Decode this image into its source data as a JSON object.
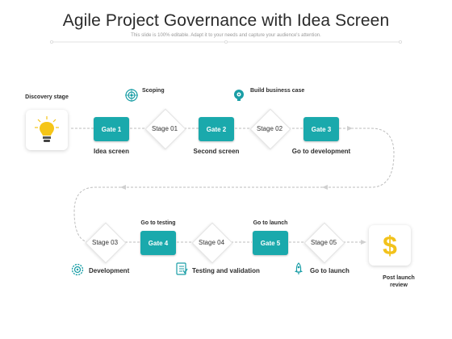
{
  "title": "Agile Project Governance with Idea Screen",
  "subtitle": "This slide is 100% editable. Adapt it to your needs and capture your audience's attention.",
  "colors": {
    "accent": "#1aa9ac",
    "icon": "#1a9ea6",
    "bulb": "#f5c518",
    "dollar": "#f2c21b",
    "line": "#bdbdbd"
  },
  "start": {
    "label": "Discovery stage",
    "icon": "lightbulb-icon"
  },
  "end": {
    "label": "Post launch review",
    "icon": "dollar-icon"
  },
  "top_row": {
    "gates": [
      {
        "label": "Gate 1",
        "caption": "Idea screen"
      },
      {
        "label": "Gate 2",
        "caption": "Second screen"
      },
      {
        "label": "Gate 3",
        "caption": "Go to development"
      }
    ],
    "stages": [
      {
        "label": "Stage 01",
        "annotation": "Scoping",
        "icon": "target-icon"
      },
      {
        "label": "Stage 02",
        "annotation": "Build business case",
        "icon": "idea-head-icon"
      }
    ]
  },
  "bottom_row": {
    "stages": [
      {
        "label": "Stage 03",
        "caption": "Development",
        "icon": "gear-icon"
      },
      {
        "label": "Stage 04",
        "caption": "Testing and validation",
        "icon": "checklist-icon"
      },
      {
        "label": "Stage 05",
        "caption": "Go to launch",
        "icon": "rocket-icon"
      }
    ],
    "gates": [
      {
        "label": "Gate 4",
        "annotation": "Go to testing"
      },
      {
        "label": "Gate 5",
        "annotation": "Go to launch"
      }
    ]
  }
}
